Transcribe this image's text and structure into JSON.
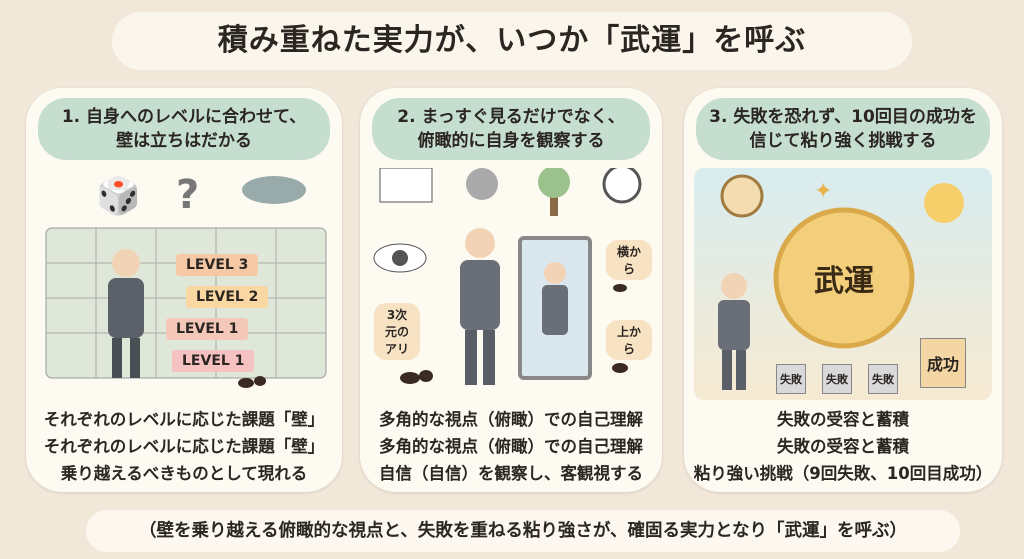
{
  "title": "積み重ねた実力が、いつか「武運」を呼ぶ",
  "panels": [
    {
      "header_line1": "1. 自身へのレベルに合わせて、",
      "header_line2": "壁は立ちはだかる",
      "levels": [
        "LEVEL 3",
        "LEVEL 2",
        "LEVEL 1",
        "LEVEL 1"
      ],
      "captions": [
        "それぞれのレベルに応じた課題「壁」",
        "それぞれのレベルに応じた課題「壁」",
        "乗り越えるべきものとして現れる"
      ]
    },
    {
      "header_line1": "2. まっすぐ見るだけでなく、",
      "header_line2": "俯瞰的に自身を観察する",
      "labels": {
        "ant3d": "3次元のアリ",
        "side": "横から",
        "top": "上から"
      },
      "captions": [
        "多角的な視点（俯瞰）での自己理解",
        "多角的な視点（俯瞰）での自己理解",
        "自信（自信）を観察し、客観視する"
      ]
    },
    {
      "header_line1": "3. 失敗を恐れず、10回目の成功を",
      "header_line2": "信じて粘り強く挑戦する",
      "labels": {
        "coin": "武運",
        "fail": "失敗",
        "success": "成功"
      },
      "captions": [
        "失敗の受容と蓄積",
        "失敗の受容と蓄積",
        "粘り強い挑戦（9回失敗、10回目成功）"
      ]
    }
  ],
  "bottom": "（壁を乗り越える俯瞰的な視点と、失敗を重ねる粘り強さが、確固る実力となり「武運」を呼ぶ）"
}
